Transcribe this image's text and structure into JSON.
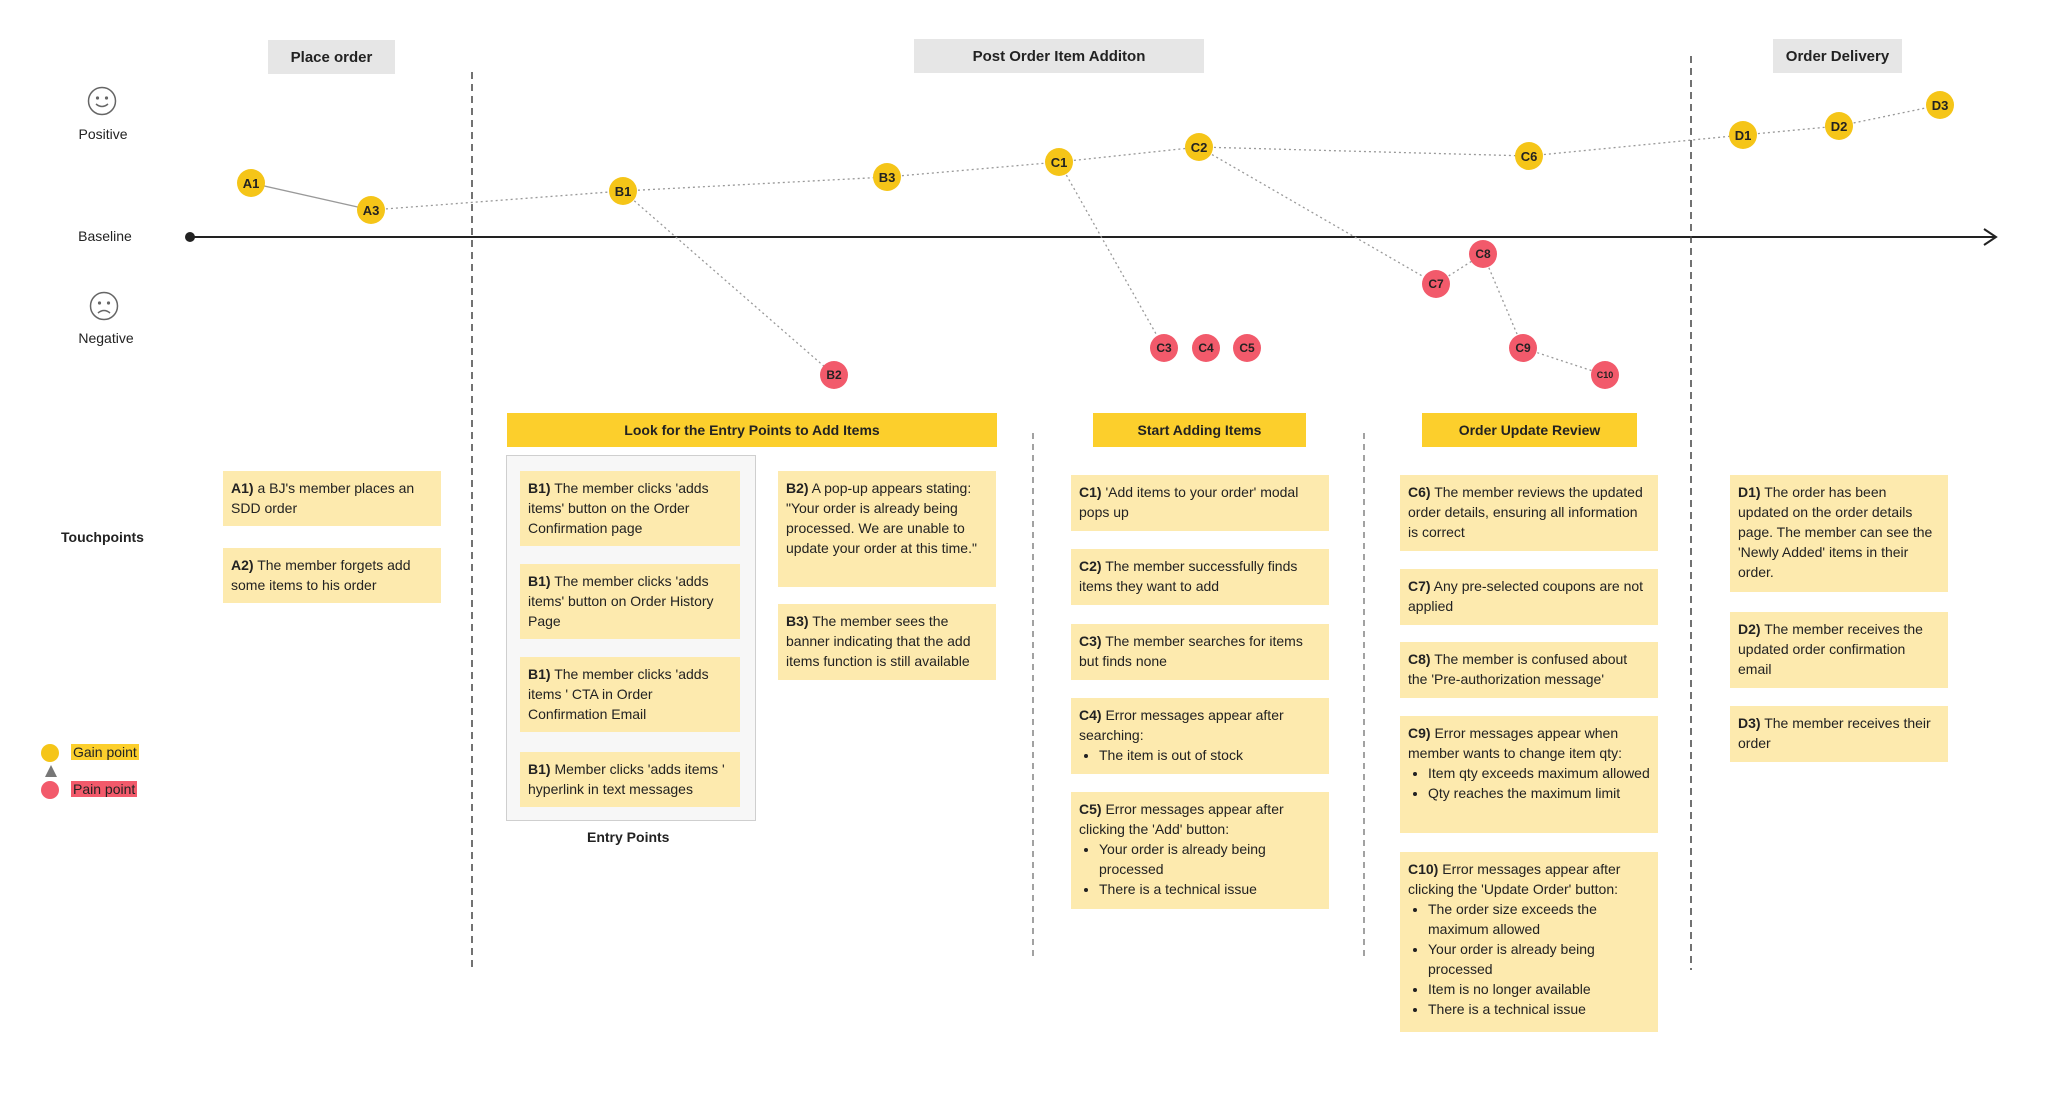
{
  "phases": {
    "place_order": "Place order",
    "post_order": "Post Order Item Additon",
    "order_delivery": "Order Delivery"
  },
  "emotions": {
    "positive": "Positive",
    "baseline": "Baseline",
    "negative": "Negative"
  },
  "points": {
    "A1": "A1",
    "A3": "A3",
    "B1": "B1",
    "B2": "B2",
    "B3": "B3",
    "C1": "C1",
    "C2": "C2",
    "C3": "C3",
    "C4": "C4",
    "C5": "C5",
    "C6": "C6",
    "C7": "C7",
    "C8": "C8",
    "C9": "C9",
    "C10": "C10",
    "D1": "D1",
    "D2": "D2",
    "D3": "D3"
  },
  "touchpoints_label": "Touchpoints",
  "stages": {
    "entry": "Look for the Entry Points to Add Items",
    "adding": "Start Adding Items",
    "review": "Order Update Review"
  },
  "entry_points_label": "Entry Points",
  "notes": {
    "a1": {
      "code": "A1)",
      "text": " a BJ's member places an SDD order"
    },
    "a2": {
      "code": "A2)",
      "text": " The member forgets add some items to his order"
    },
    "b1a": {
      "code": "B1)",
      "text": " The member clicks 'adds items' button on the Order Confirmation page"
    },
    "b1b": {
      "code": "B1)",
      "text": " The member clicks 'adds items' button on Order History Page"
    },
    "b1c": {
      "code": "B1)",
      "text": " The member clicks 'adds items ' CTA in Order Confirmation Email"
    },
    "b1d": {
      "code": "B1)",
      "text": " Member clicks 'adds items ' hyperlink in text messages"
    },
    "b2": {
      "code": "B2)",
      "text": "  A pop-up appears stating: \"Your order is already being processed. We are unable to update your order at this time.\""
    },
    "b3": {
      "code": "B3)",
      "text": " The member sees the banner indicating that the add items function is still available"
    },
    "c1": {
      "code": "C1)",
      "text": "  'Add items to your order' modal pops up"
    },
    "c2": {
      "code": "C2)",
      "text": "  The member successfully finds items they want to add"
    },
    "c3": {
      "code": "C3)",
      "text": " The member searches for items but finds none"
    },
    "c4": {
      "code": "C4)",
      "text": " Error messages appear after searching:",
      "bullets": [
        "The item is out of stock"
      ]
    },
    "c5": {
      "code": "C5)",
      "text": " Error messages appear after clicking the 'Add' button:",
      "bullets": [
        "Your order is already being processed",
        "There is a technical issue"
      ]
    },
    "c6": {
      "code": "C6)",
      "text": " The member reviews the updated order details, ensuring all information is correct"
    },
    "c7": {
      "code": "C7)",
      "text": " Any pre-selected coupons are not applied"
    },
    "c8": {
      "code": "C8)",
      "text": " The member is confused about the 'Pre-authorization message'"
    },
    "c9": {
      "code": "C9)",
      "text": " Error messages appear when member wants to change item qty:",
      "bullets": [
        "Item qty exceeds maximum allowed",
        "Qty reaches the maximum limit"
      ]
    },
    "c10": {
      "code": "C10)",
      "text": " Error messages appear after clicking the 'Update Order' button:",
      "bullets": [
        "The order size exceeds the maximum allowed",
        "Your order is already being processed",
        "Item is no longer available",
        "There is a technical issue"
      ]
    },
    "d1": {
      "code": "D1)",
      "text": " The order has been updated on the order details page. The member can see the 'Newly Added' items in their order."
    },
    "d2": {
      "code": "D2)",
      "text": "  The member receives the updated order confirmation email"
    },
    "d3": {
      "code": "D3)",
      "text": " The member receives their order"
    }
  },
  "legend": {
    "gain": "Gain point",
    "pain": "Pain point"
  },
  "colors": {
    "gain": "#f5c518",
    "pain": "#f25a6b",
    "stage_header": "#fccf2c",
    "note": "#fdeaae",
    "phase": "#e6e6e6"
  }
}
